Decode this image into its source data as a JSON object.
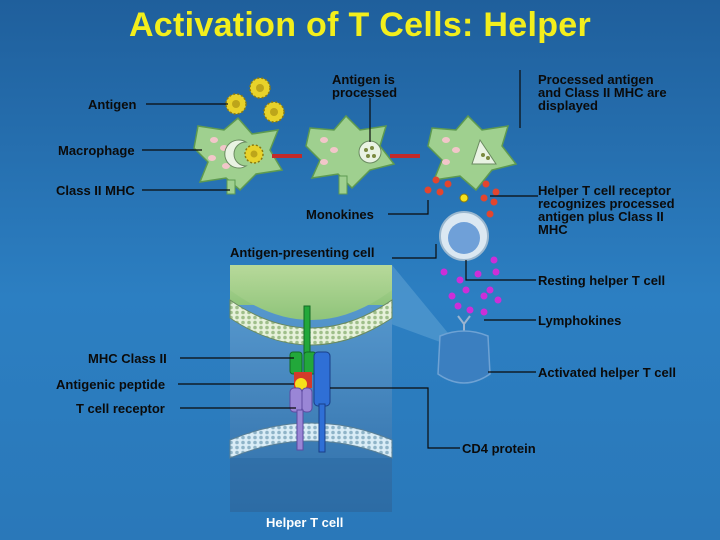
{
  "title": "Activation of T Cells: Helper",
  "labels": {
    "antigen": "Antigen",
    "antigen_processed": "Antigen is processed",
    "processed_displayed": "Processed antigen and Class II MHC are displayed",
    "macrophage": "Macrophage",
    "class_ii_mhc": "Class II MHC",
    "monokines": "Monokines",
    "helper_receptor": "Helper T cell receptor recognizes processed antigen plus Class II MHC",
    "antigen_presenting_cell": "Antigen-presenting cell",
    "resting_helper": "Resting helper T cell",
    "lymphokines": "Lymphokines",
    "mhc_class_ii": "MHC Class II",
    "activated_helper": "Activated helper T cell",
    "antigenic_peptide": "Antigenic peptide",
    "t_cell_receptor": "T cell receptor",
    "cd4_protein": "CD4 protein",
    "helper_t_cell": "Helper T cell"
  },
  "colors": {
    "background": "#2a78b9",
    "title": "#f3ee1c",
    "macrophage": "#9fd08f",
    "mhc_green": "#22a83a",
    "receptor_purple": "#9a86d6",
    "cd4_blue": "#2f6fd6",
    "peptide_yellow": "#f6e21b",
    "monokine_red": "#e2452e",
    "lymphokine_magenta": "#cc2ed8"
  }
}
